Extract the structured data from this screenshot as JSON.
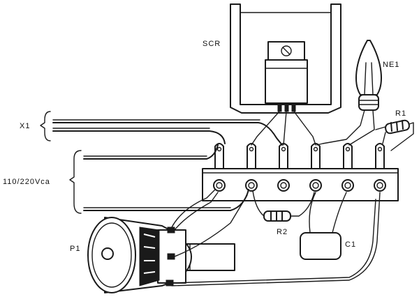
{
  "labels": {
    "scr": "SCR",
    "ne1": "NE1",
    "r1": "R1",
    "r2": "R2",
    "c1": "C1",
    "p1": "P1",
    "x1": "X1",
    "mains": "110/220Vca"
  }
}
